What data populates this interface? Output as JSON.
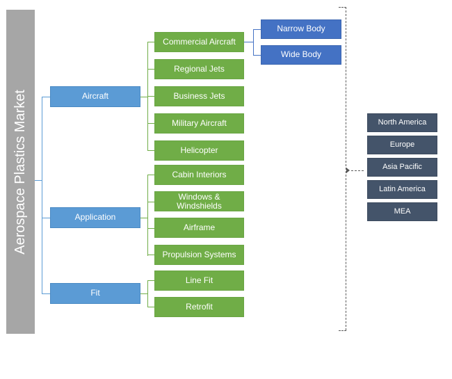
{
  "diagram": {
    "type": "market-segmentation-tree",
    "root": {
      "label": "Aerospace Plastics Market",
      "color": "#A6A6A6",
      "orientation": "vertical"
    },
    "colors": {
      "root": "#A6A6A6",
      "level1": "#5B9BD5",
      "level2": "#70AD47",
      "level3": "#4472C4",
      "region": "#44546A",
      "dashed_connector": "#595959",
      "text": "#FFFFFF",
      "background": "#FFFFFF"
    },
    "segments": [
      {
        "label": "Aircraft",
        "children": [
          {
            "label": "Commercial Aircraft",
            "children": [
              {
                "label": "Narrow Body"
              },
              {
                "label": "Wide Body"
              }
            ]
          },
          {
            "label": "Regional Jets"
          },
          {
            "label": "Business Jets"
          },
          {
            "label": "Military Aircraft"
          },
          {
            "label": "Helicopter"
          }
        ]
      },
      {
        "label": "Application",
        "children": [
          {
            "label": "Cabin Interiors"
          },
          {
            "label": "Windows & Windshields"
          },
          {
            "label": "Airframe"
          },
          {
            "label": "Propulsion Systems"
          }
        ]
      },
      {
        "label": "Fit",
        "children": [
          {
            "label": "Line Fit"
          },
          {
            "label": "Retrofit"
          }
        ]
      }
    ],
    "regions": {
      "items": [
        {
          "label": "North America"
        },
        {
          "label": "Europe"
        },
        {
          "label": "Asia Pacific"
        },
        {
          "label": "Latin America"
        },
        {
          "label": "MEA"
        }
      ]
    }
  }
}
